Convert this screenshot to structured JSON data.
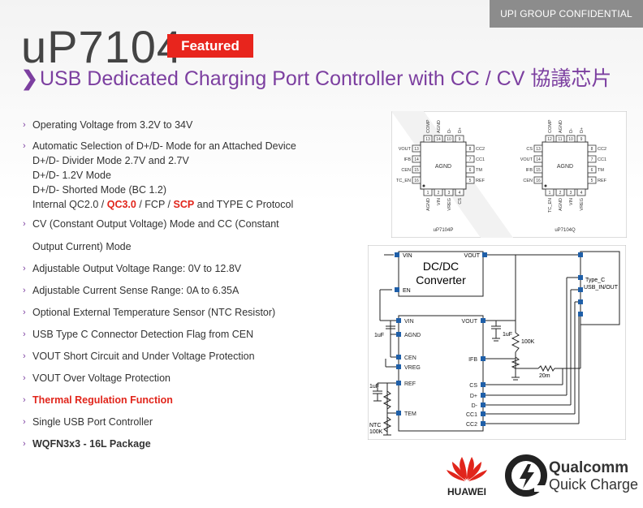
{
  "header": {
    "confidential": "UPI GROUP CONFIDENTIAL",
    "part_number": "uP7104",
    "badge": "Featured",
    "subtitle": "USB Dedicated Charging Port Controller with CC / CV 協議芯片"
  },
  "features": {
    "f1": "Operating Voltage from 3.2V to 34V",
    "f2": "Automatic Selection of D+/D- Mode for an Attached Device",
    "f2_sub1": "D+/D- Divider Mode 2.7V and 2.7V",
    "f2_sub2": "D+/D- 1.2V Mode",
    "f2_sub3": "D+/D- Shorted Mode (BC 1.2)",
    "f2_p1": "Internal QC2.0 / ",
    "f2_qc3": "QC3.0",
    "f2_p2": " / FCP / ",
    "f2_scp": "SCP",
    "f2_p3": " and TYPE C Protocol",
    "f3a": "CV (Constant Output Voltage) Mode and CC (Constant",
    "f3b": "Output Current) Mode",
    "f4": "Adjustable Output Voltage Range: 0V to 12.8V",
    "f5": "Adjustable Current Sense Range: 0A to 6.35A",
    "f6": "Optional External Temperature Sensor (NTC Resistor)",
    "f7": "USB Type C Connector Detection Flag from CEN",
    "f8": "VOUT Short Circuit and Under Voltage Protection",
    "f9": "VOUT Over Voltage Protection",
    "f10": "Thermal Regulation Function",
    "f11": "Single USB Port Controller",
    "f12": "WQFN3x3 - 16L Package"
  },
  "pinout": {
    "left_chip": {
      "name": "uP7104P",
      "center": "AGND",
      "top_pins": [
        "COMP",
        "AGND",
        "D-",
        "D+"
      ],
      "top_nums": [
        "13",
        "14",
        "10",
        "9"
      ],
      "left_pins": [
        "VOUT",
        "IFB",
        "CEN",
        "TC_EN"
      ],
      "left_nums": [
        "13",
        "14",
        "15",
        "16"
      ],
      "right_pins": [
        "CC2",
        "CC1",
        "TM",
        "REF"
      ],
      "right_nums": [
        "8",
        "7",
        "6",
        "5"
      ],
      "bottom_pins": [
        "AGND",
        "VIN",
        "VREG",
        "CS"
      ],
      "bottom_nums": [
        "1",
        "2",
        "3",
        "4"
      ]
    },
    "right_chip": {
      "name": "uP7104Q",
      "center": "AGND",
      "top_pins": [
        "COMP",
        "AGND",
        "D-",
        "D+"
      ],
      "top_nums": [
        "12",
        "11",
        "10",
        "9"
      ],
      "left_pins": [
        "CS",
        "VOUT",
        "IFB",
        "CEN"
      ],
      "left_nums": [
        "13",
        "14",
        "15",
        "16"
      ],
      "right_pins": [
        "CC2",
        "CC1",
        "TM",
        "REF"
      ],
      "right_nums": [
        "8",
        "7",
        "6",
        "5"
      ],
      "bottom_pins": [
        "TC_EN",
        "AGND",
        "VIN",
        "VREG"
      ],
      "bottom_nums": [
        "1",
        "2",
        "3",
        "4"
      ]
    }
  },
  "schematic": {
    "converter_line1": "DC/DC",
    "converter_line2": "Converter",
    "conv_vin": "VIN",
    "conv_vout": "VOUT",
    "conv_en": "EN",
    "ic_left_pins": [
      "VIN",
      "AGND",
      "CEN",
      "VREG",
      "REF",
      "TEM"
    ],
    "ic_right_pins": [
      "VOUT",
      "IFB",
      "CS",
      "D+",
      "D-",
      "CC1",
      "CC2"
    ],
    "cap1": "1uF",
    "cap2": "1uF",
    "cap3": "1uF",
    "res1": "100K",
    "res2": "20m",
    "ntc1": "NTC",
    "ntc2": "100K",
    "conn1": "Type_C",
    "conn2": "USB_IN/OUT"
  },
  "logos": {
    "huawei": "HUAWEI",
    "qualcomm": "Qualcomm",
    "quick_charge": "Quick Charge"
  },
  "colors": {
    "accent": "#7c3fa0",
    "badge": "#e8251d",
    "header_bar": "#8c8c8c",
    "highlight": "#e1251b",
    "pin_blue": "#1f5fa8"
  }
}
